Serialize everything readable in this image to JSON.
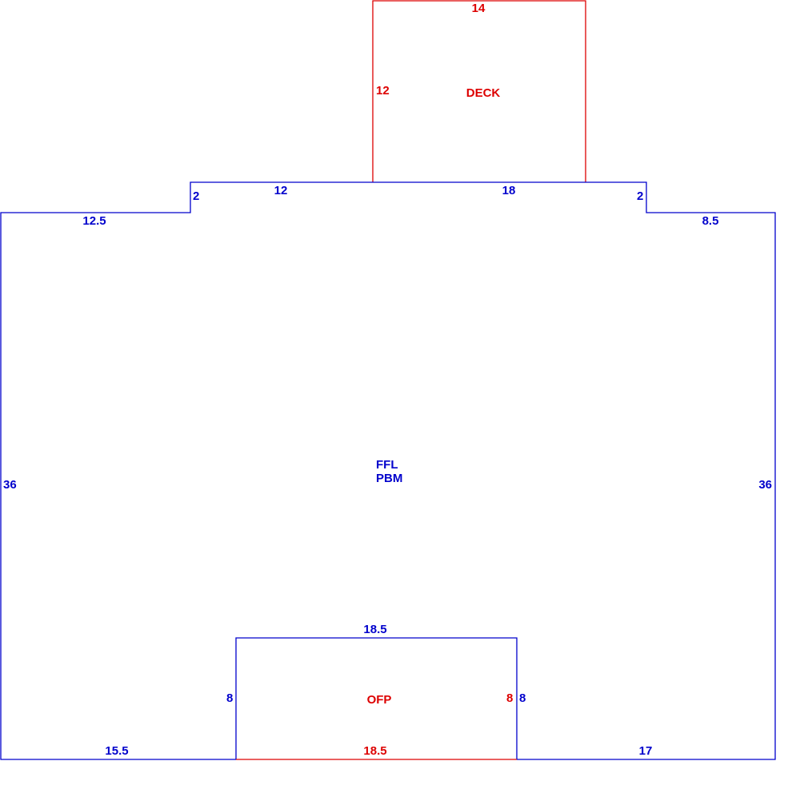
{
  "colors": {
    "main": "#0000cc",
    "accent": "#dd0000"
  },
  "floor": {
    "label_line1": "FFL",
    "label_line2": "PBM",
    "dims": {
      "top_left_wall": "12.5",
      "left_step": "2",
      "top_left_inner": "12",
      "top_right_inner": "18",
      "right_step": "2",
      "top_right_wall": "8.5",
      "left_wall": "36",
      "right_wall": "36",
      "bottom_left": "15.5",
      "bottom_right": "17"
    }
  },
  "deck": {
    "label": "DECK",
    "dims": {
      "top": "14",
      "left": "12"
    }
  },
  "ofp": {
    "label": "OFP",
    "dims": {
      "top": "18.5",
      "left": "8",
      "right_inner": "8",
      "right_outer": "8",
      "bottom": "18.5"
    }
  }
}
